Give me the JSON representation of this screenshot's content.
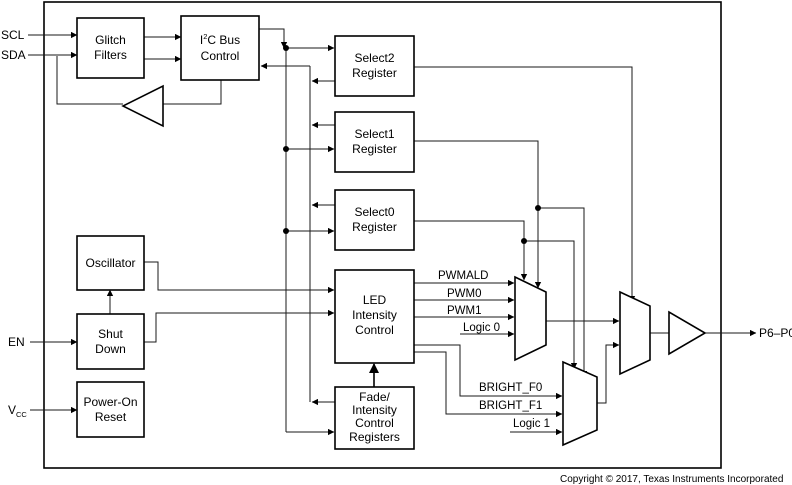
{
  "pins": {
    "scl": "SCL",
    "sda": "SDA",
    "en": "EN",
    "vcc_main": "V",
    "vcc_sub": "CC",
    "output": "P6–P0"
  },
  "blocks": {
    "glitch_filters": [
      "Glitch",
      "Filters"
    ],
    "i2c_bus_control": {
      "prefix": "I",
      "sup": "2",
      "suffix": "C Bus",
      "line2": "Control"
    },
    "select2_register": [
      "Select2",
      "Register"
    ],
    "select1_register": [
      "Select1",
      "Register"
    ],
    "select0_register": [
      "Select0",
      "Register"
    ],
    "oscillator": [
      "Oscillator"
    ],
    "shut_down": [
      "Shut",
      "Down"
    ],
    "power_on_reset": [
      "Power-On",
      "Reset"
    ],
    "led_intensity_control": [
      "LED",
      "Intensity",
      "Control"
    ],
    "fade_intensity_registers": [
      "Fade/",
      "Intensity",
      "Control",
      "Registers"
    ]
  },
  "signals": {
    "pwmald": "PWMALD",
    "pwm0": "PWM0",
    "pwm1": "PWM1",
    "logic0": "Logic 0",
    "bright_f0": "BRIGHT_F0",
    "bright_f1": "BRIGHT_F1",
    "logic1": "Logic 1"
  },
  "copyright": "Copyright © 2017, Texas Instruments Incorporated"
}
